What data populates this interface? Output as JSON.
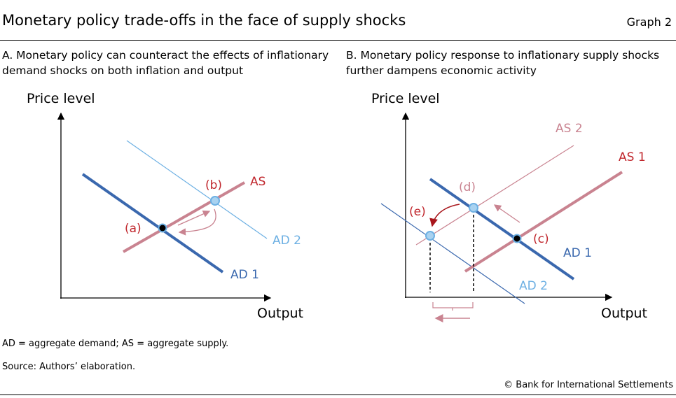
{
  "header": {
    "title": "Monetary policy trade-offs in the face of supply shocks",
    "graph_number": "Graph 2"
  },
  "panel_a": {
    "subtitle": "A. Monetary policy can counteract the effects of inflationary demand shocks on both inflation and output",
    "y_label": "Price level",
    "x_label": "Output",
    "curves": {
      "as": "AS",
      "ad1": "AD 1",
      "ad2": "AD 2"
    },
    "points": {
      "a": "(a)",
      "b": "(b)"
    }
  },
  "panel_b": {
    "subtitle": "B. Monetary policy response to inflationary supply shocks further dampens economic activity",
    "y_label": "Price level",
    "x_label": "Output",
    "curves": {
      "as1": "AS 1",
      "as2": "AS 2",
      "ad1": "AD 1",
      "ad2": "AD 2"
    },
    "points": {
      "c": "(c)",
      "d": "(d)",
      "e": "(e)"
    }
  },
  "footer": {
    "note": "AD = aggregate demand; AS = aggregate supply.",
    "source": "Source: Authors’ elaboration.",
    "copyright": "© Bank for International Settlements"
  },
  "colors": {
    "dark_blue": "#3a68ae",
    "light_blue": "#6db0e3",
    "pink": "#c98390",
    "red": "#c0262c"
  }
}
